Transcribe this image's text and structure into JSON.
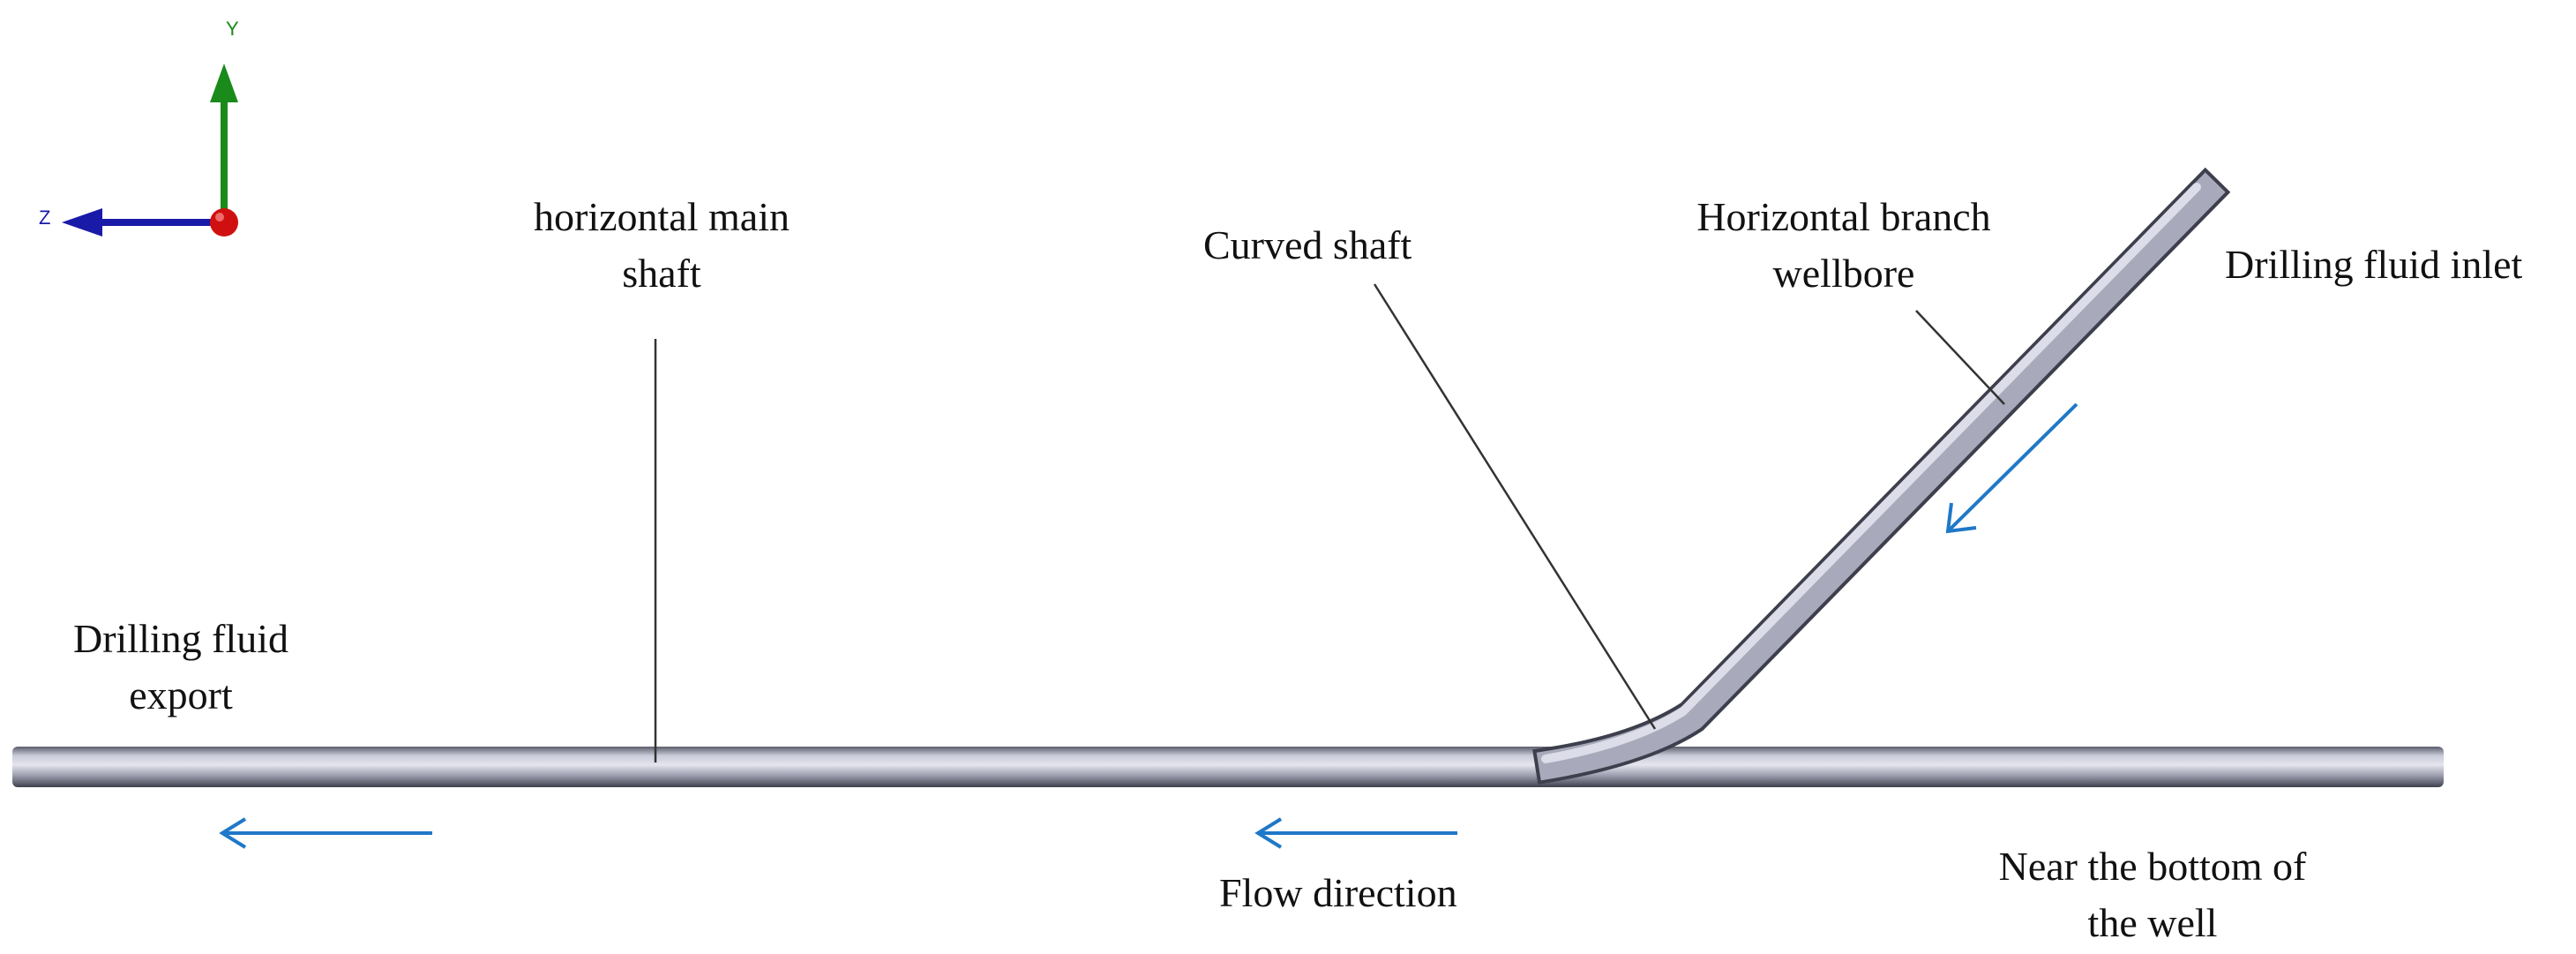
{
  "axes": {
    "y_label": "Y",
    "z_label": "Z",
    "y_color": "#1a8a1a",
    "z_color": "#1a1aa8",
    "origin_color": "#d01010"
  },
  "labels": {
    "main_shaft": [
      "horizontal main",
      "shaft"
    ],
    "curved_shaft": "Curved shaft",
    "branch_wellbore": [
      "Horizontal branch",
      "wellbore"
    ],
    "inlet": "Drilling fluid inlet",
    "export": [
      "Drilling fluid",
      "export"
    ],
    "flow_direction": "Flow direction",
    "bottom": [
      "Near the bottom of",
      "the well"
    ]
  },
  "colors": {
    "arrow": "#1f78c8",
    "pipe_light": "#c9cbd8",
    "pipe_mid": "#9a9cad",
    "pipe_dark": "#4a4b5a",
    "leader": "#333333"
  }
}
